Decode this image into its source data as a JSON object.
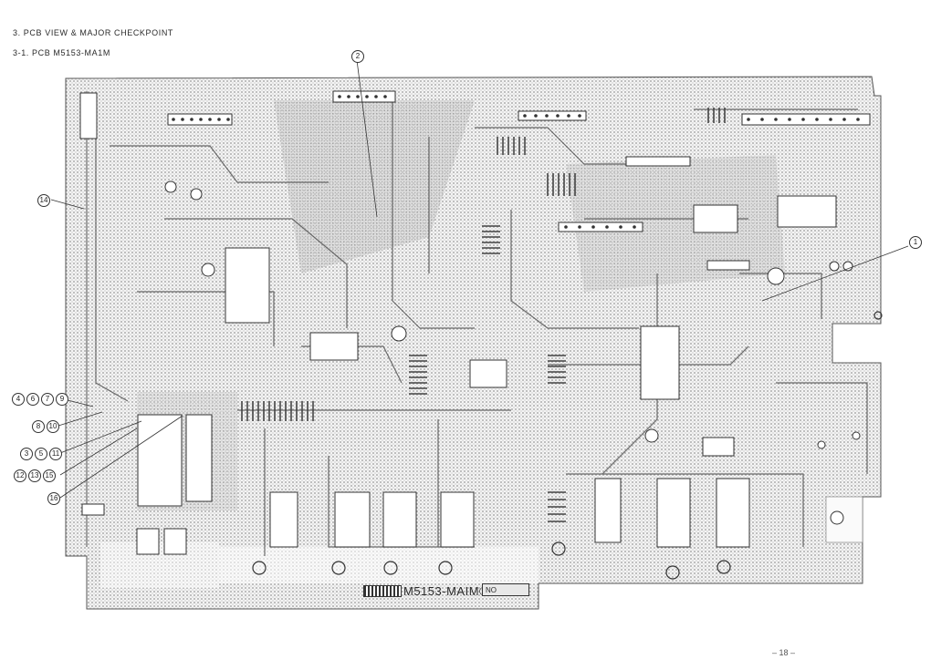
{
  "header": {
    "section_title": "3. PCB VIEW & MAJOR CHECKPOINT",
    "subsection_title": "3-1. PCB M5153-MA1M"
  },
  "board": {
    "silkscreen_model": "M5153-MAIM®",
    "silkscreen_no": "NO"
  },
  "callouts": {
    "c1": "1",
    "c2": "2",
    "c14": "14",
    "c16": "16",
    "group_4_6_7_9": [
      "4",
      "6",
      "7",
      "9"
    ],
    "group_8_10": [
      "8",
      "10"
    ],
    "group_3_5_11": [
      "3",
      "5",
      "11"
    ],
    "group_12_13_15": [
      "12",
      "13",
      "15"
    ]
  },
  "footer": {
    "page_number": "– 18 –"
  }
}
